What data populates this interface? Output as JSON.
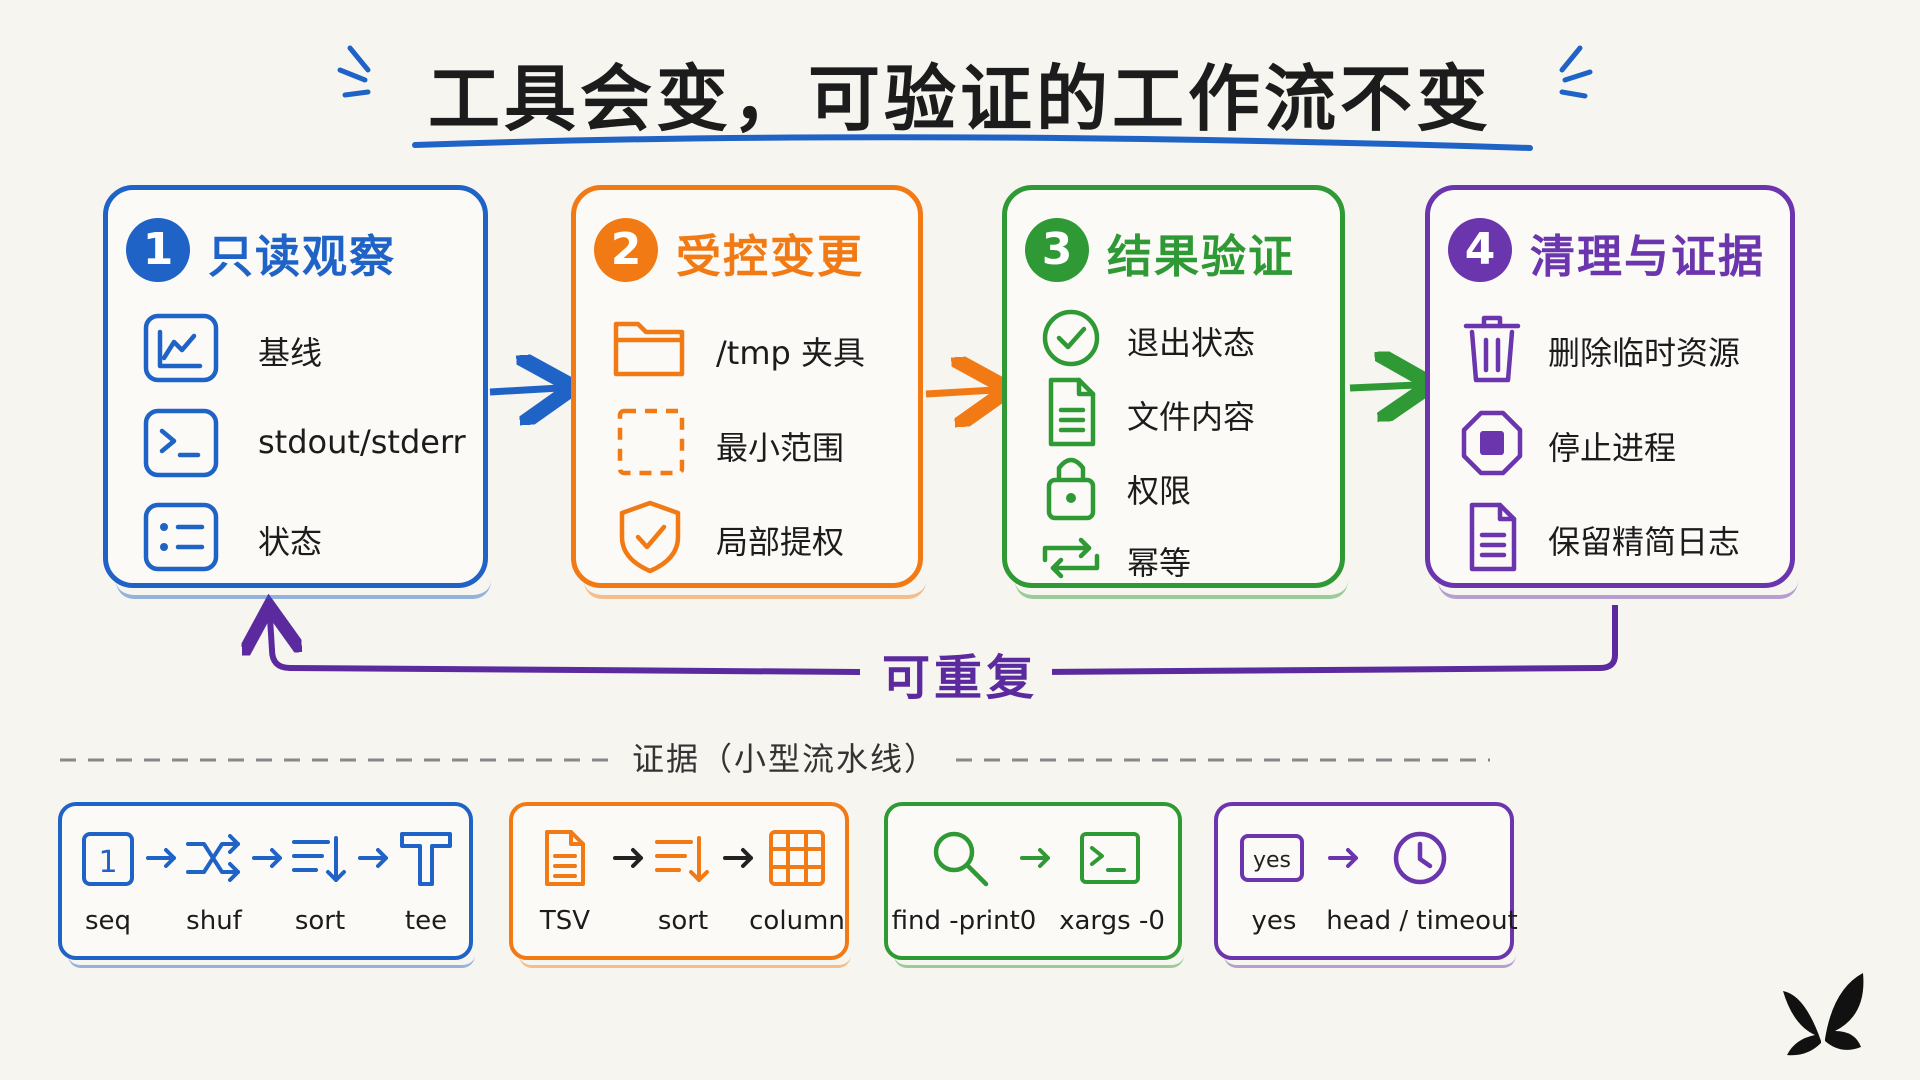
{
  "title": "工具会变，可验证的工作流不变",
  "colors": {
    "blue": "#1f63c6",
    "orange": "#f27a14",
    "green": "#2f9a35",
    "purple": "#6a35ad",
    "bg": "#f7f5ef"
  },
  "stages": [
    {
      "number": "1",
      "title": "只读观察",
      "color": "#1f63c6",
      "items": [
        {
          "icon": "chart-icon",
          "label": "基线"
        },
        {
          "icon": "terminal-icon",
          "label": "stdout/stderr"
        },
        {
          "icon": "list-icon",
          "label": "状态"
        }
      ]
    },
    {
      "number": "2",
      "title": "受控变更",
      "color": "#f27a14",
      "items": [
        {
          "icon": "folder-icon",
          "label": "/tmp 夹具"
        },
        {
          "icon": "dashed-square-icon",
          "label": "最小范围"
        },
        {
          "icon": "shield-check-icon",
          "label": "局部提权"
        }
      ]
    },
    {
      "number": "3",
      "title": "结果验证",
      "color": "#2f9a35",
      "items": [
        {
          "icon": "check-circle-icon",
          "label": "退出状态"
        },
        {
          "icon": "document-icon",
          "label": "文件内容"
        },
        {
          "icon": "lock-icon",
          "label": "权限"
        },
        {
          "icon": "repeat-icon",
          "label": "幂等"
        }
      ]
    },
    {
      "number": "4",
      "title": "清理与证据",
      "color": "#6a35ad",
      "items": [
        {
          "icon": "trash-icon",
          "label": "删除临时资源"
        },
        {
          "icon": "stop-icon",
          "label": "停止进程"
        },
        {
          "icon": "log-file-icon",
          "label": "保留精简日志"
        }
      ]
    }
  ],
  "loop_label": "可重复",
  "evidence_title": "证据（小型流水线）",
  "pipelines": [
    {
      "color": "#1f63c6",
      "steps": [
        {
          "icon": "one-box-icon",
          "label": "seq"
        },
        {
          "icon": "shuffle-icon",
          "label": "shuf"
        },
        {
          "icon": "sort-icon",
          "label": "sort"
        },
        {
          "icon": "tee-icon",
          "label": "tee"
        }
      ]
    },
    {
      "color": "#f27a14",
      "steps": [
        {
          "icon": "document-icon",
          "label": "TSV"
        },
        {
          "icon": "sort-icon",
          "label": "sort"
        },
        {
          "icon": "grid-icon",
          "label": "column"
        }
      ]
    },
    {
      "color": "#2f9a35",
      "steps": [
        {
          "icon": "search-icon",
          "label": "find -print0"
        },
        {
          "icon": "terminal-icon",
          "label": "xargs -0"
        }
      ]
    },
    {
      "color": "#6a35ad",
      "steps": [
        {
          "icon": "yes-box-icon",
          "label": "yes"
        },
        {
          "icon": "clock-icon",
          "label": "head / timeout"
        }
      ]
    }
  ],
  "pipeline_icon_text": {
    "one": "1",
    "yes": "yes"
  }
}
